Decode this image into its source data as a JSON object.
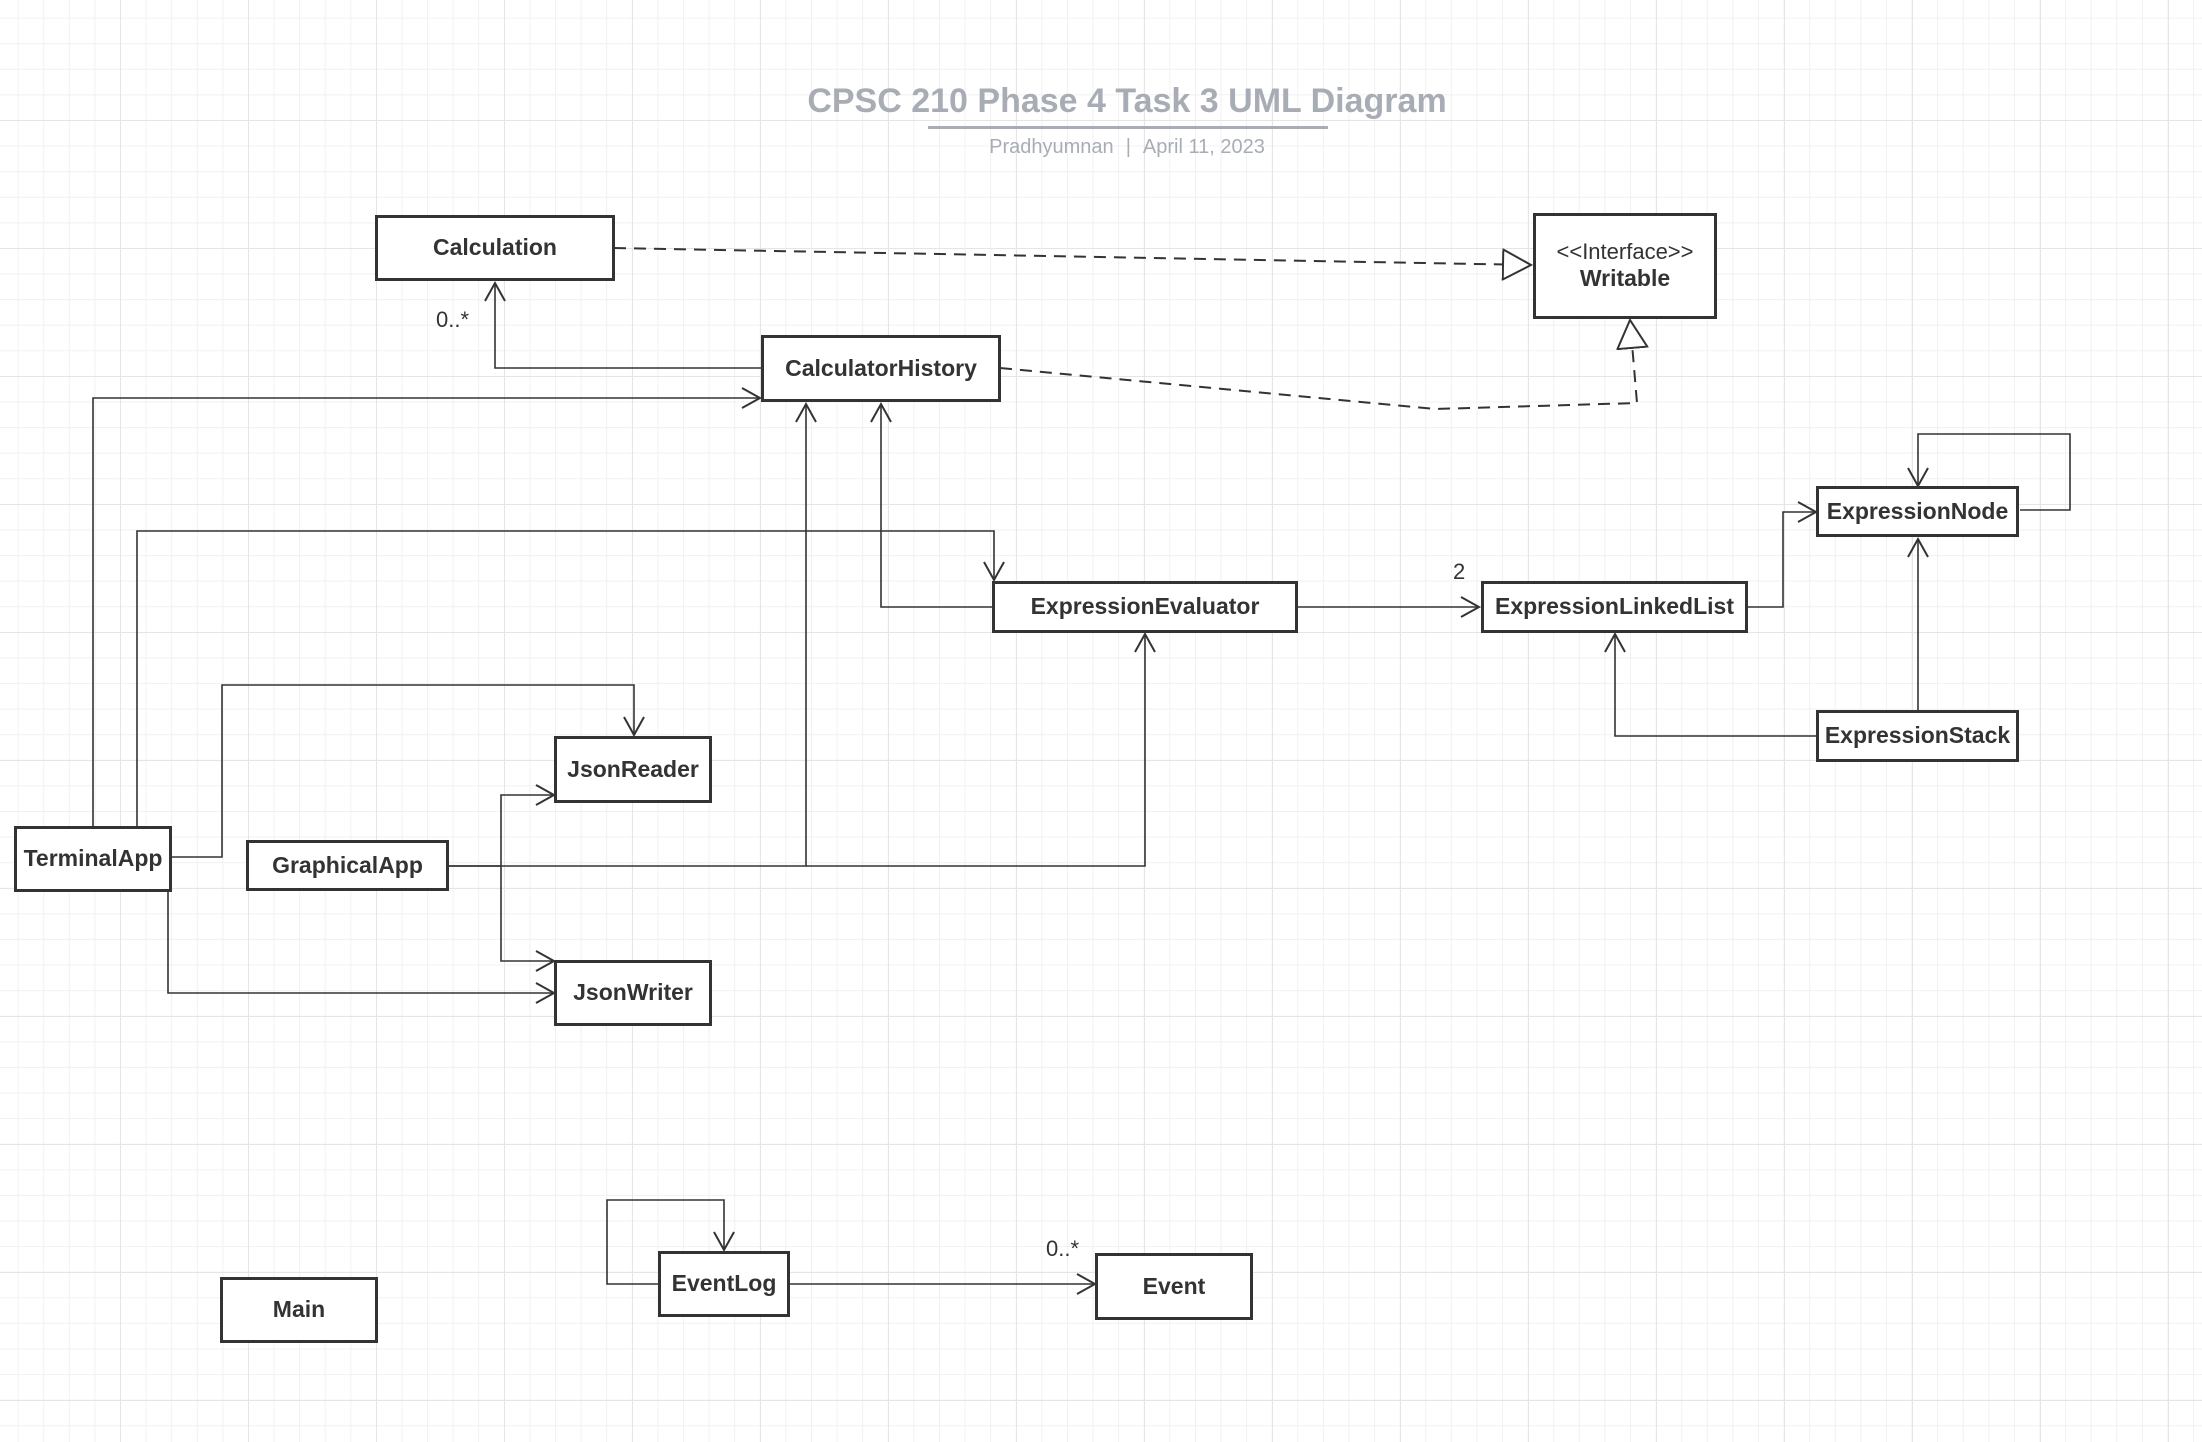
{
  "header": {
    "title": "CPSC 210 Phase 4 Task 3 UML Diagram",
    "author": "Pradhyumnan",
    "separator": "|",
    "date": "April 11, 2023"
  },
  "classes": {
    "calculation": {
      "name": "Calculation"
    },
    "writable": {
      "stereotype": "<<Interface>>",
      "name": "Writable"
    },
    "calculator_history": {
      "name": "CalculatorHistory"
    },
    "expression_node": {
      "name": "ExpressionNode"
    },
    "expression_evaluator": {
      "name": "ExpressionEvaluator"
    },
    "expression_linked_list": {
      "name": "ExpressionLinkedList"
    },
    "json_reader": {
      "name": "JsonReader"
    },
    "terminal_app": {
      "name": "TerminalApp"
    },
    "graphical_app": {
      "name": "GraphicalApp"
    },
    "expression_stack": {
      "name": "ExpressionStack"
    },
    "json_writer": {
      "name": "JsonWriter"
    },
    "event_log": {
      "name": "EventLog"
    },
    "event": {
      "name": "Event"
    },
    "main": {
      "name": "Main"
    }
  },
  "multiplicities": {
    "calculation": "0..*",
    "linked_list": "2",
    "event": "0..*"
  },
  "colors": {
    "ink": "#333333",
    "title": "#a8adb5",
    "grid": "#e5e5e5"
  }
}
